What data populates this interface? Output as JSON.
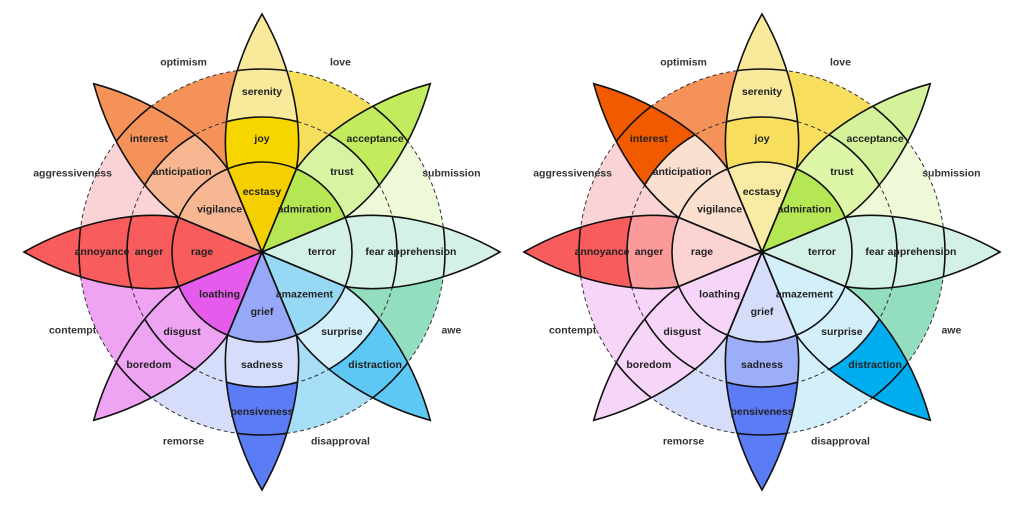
{
  "title": "Plutchik's Wheel of Emotions",
  "wheels": [
    {
      "name": "left-wheel",
      "petals": [
        {
          "emotion": "joy",
          "labels": [
            "ecstasy",
            "joy",
            "serenity"
          ],
          "colors": [
            "#F5D000",
            "#F7D600",
            "#F8EA9A",
            "#F8EA9A"
          ]
        },
        {
          "emotion": "trust",
          "labels": [
            "admiration",
            "trust",
            "acceptance"
          ],
          "colors": [
            "#B5E654",
            "#D8F4A2",
            "#C2EC5E",
            "#C2EC5E"
          ]
        },
        {
          "emotion": "fear",
          "labels": [
            "terror",
            "fear",
            "apprehension"
          ],
          "colors": [
            "#D3F1E4",
            "#D3F1E4",
            "#D3F1E4",
            "#D3F1E4"
          ]
        },
        {
          "emotion": "surprise",
          "labels": [
            "amazement",
            "surprise",
            "distraction"
          ],
          "colors": [
            "#97D9F5",
            "#D3EFFA",
            "#5CC8F3",
            "#5CC8F3"
          ]
        },
        {
          "emotion": "sadness",
          "labels": [
            "grief",
            "sadness",
            "pensiveness"
          ],
          "colors": [
            "#96A8F7",
            "#D5DDFA",
            "#5B7CF4",
            "#5B7CF4"
          ]
        },
        {
          "emotion": "disgust",
          "labels": [
            "loathing",
            "disgust",
            "boredom"
          ],
          "colors": [
            "#E55BEB",
            "#EFA3F3",
            "#EFA3F3",
            "#EFA3F3"
          ]
        },
        {
          "emotion": "anger",
          "labels": [
            "rage",
            "anger",
            "annoyance"
          ],
          "colors": [
            "#F95C5C",
            "#F95C5C",
            "#F95C5C",
            "#F95C5C"
          ]
        },
        {
          "emotion": "anticipation",
          "labels": [
            "vigilance",
            "anticipation",
            "interest"
          ],
          "colors": [
            "#F7B793",
            "#F7B793",
            "#F5925A",
            "#F5925A"
          ]
        }
      ],
      "dyads": [
        {
          "label": "love",
          "color": "#F7DE5C"
        },
        {
          "label": "submission",
          "color": "#EEF9D8"
        },
        {
          "label": "awe",
          "color": "#93DEBF"
        },
        {
          "label": "disapproval",
          "color": "#A5DEF6"
        },
        {
          "label": "remorse",
          "color": "#D5DDFA"
        },
        {
          "label": "contempt",
          "color": "#EFA3F3"
        },
        {
          "label": "aggressiveness",
          "color": "#F9D3D5"
        },
        {
          "label": "optimism",
          "color": "#F5925A"
        }
      ]
    },
    {
      "name": "right-wheel",
      "petals": [
        {
          "emotion": "joy",
          "labels": [
            "ecstasy",
            "joy",
            "serenity"
          ],
          "colors": [
            "#F9EBA2",
            "#F7DE5C",
            "#F8EA9A",
            "#F8EA9A"
          ]
        },
        {
          "emotion": "trust",
          "labels": [
            "admiration",
            "trust",
            "acceptance"
          ],
          "colors": [
            "#B5E654",
            "#DDF6A8",
            "#D3F29A",
            "#D3F29A"
          ]
        },
        {
          "emotion": "fear",
          "labels": [
            "terror",
            "fear",
            "apprehension"
          ],
          "colors": [
            "#D3F1E4",
            "#D3F1E4",
            "#D3F1E4",
            "#D3F1E4"
          ]
        },
        {
          "emotion": "surprise",
          "labels": [
            "amazement",
            "surprise",
            "distraction"
          ],
          "colors": [
            "#D3EFFA",
            "#D3EFFA",
            "#00AEEF",
            "#00AEEF"
          ]
        },
        {
          "emotion": "sadness",
          "labels": [
            "grief",
            "sadness",
            "pensiveness"
          ],
          "colors": [
            "#D5DDFA",
            "#9BAEF7",
            "#5B7CF4",
            "#5B7CF4"
          ]
        },
        {
          "emotion": "disgust",
          "labels": [
            "loathing",
            "disgust",
            "boredom"
          ],
          "colors": [
            "#F6D5F9",
            "#F6D5F9",
            "#F6D5F9",
            "#F6D5F9"
          ]
        },
        {
          "emotion": "anger",
          "labels": [
            "rage",
            "anger",
            "annoyance"
          ],
          "colors": [
            "#FBD3D3",
            "#FB9A9A",
            "#F95C5C",
            "#F95C5C"
          ]
        },
        {
          "emotion": "anticipation",
          "labels": [
            "vigilance",
            "anticipation",
            "interest"
          ],
          "colors": [
            "#FBE0D0",
            "#FBE0D0",
            "#F25A00",
            "#F25A00"
          ]
        }
      ],
      "dyads": [
        {
          "label": "love",
          "color": "#F7DE5C"
        },
        {
          "label": "submission",
          "color": "#EEF9D8"
        },
        {
          "label": "awe",
          "color": "#93DEBF"
        },
        {
          "label": "disapproval",
          "color": "#D3EFFA"
        },
        {
          "label": "remorse",
          "color": "#D5DDFA"
        },
        {
          "label": "contempt",
          "color": "#F6D5F9"
        },
        {
          "label": "aggressiveness",
          "color": "#F9D3D5"
        },
        {
          "label": "optimism",
          "color": "#F5925A"
        }
      ]
    }
  ]
}
